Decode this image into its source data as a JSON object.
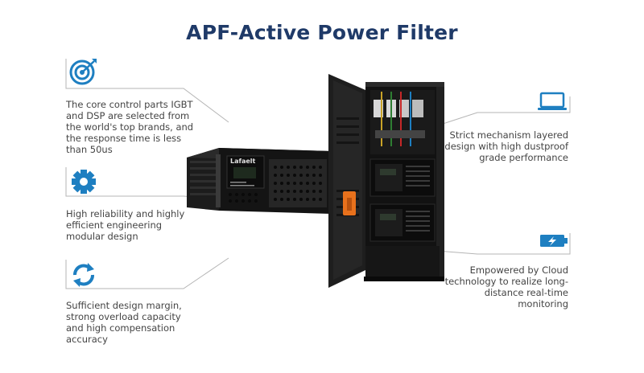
{
  "title": "APF-Active Power Filter",
  "features_left": [
    {
      "icon": "target-icon",
      "text": "The core control parts IGBT and DSP are selected from the world's top brands, and the response time is less than 50us"
    },
    {
      "icon": "gear-icon",
      "text": "High reliability and highly efficient engineering modular design"
    },
    {
      "icon": "refresh-icon",
      "text": "Sufficient design margin, strong overload capacity and high compensation accuracy"
    }
  ],
  "features_right": [
    {
      "icon": "laptop-icon",
      "text": "Strict mechanism layered design with high dustproof grade performance"
    },
    {
      "icon": "battery-charge-icon",
      "text": "Empowered by Cloud technology to realize long-distance real-time monitoring"
    }
  ],
  "module_brand": "Lafaelt",
  "colors": {
    "title": "#1f3a68",
    "icon": "#1e7fc1",
    "line": "#b0b0b0",
    "accent": "#e8711c"
  }
}
